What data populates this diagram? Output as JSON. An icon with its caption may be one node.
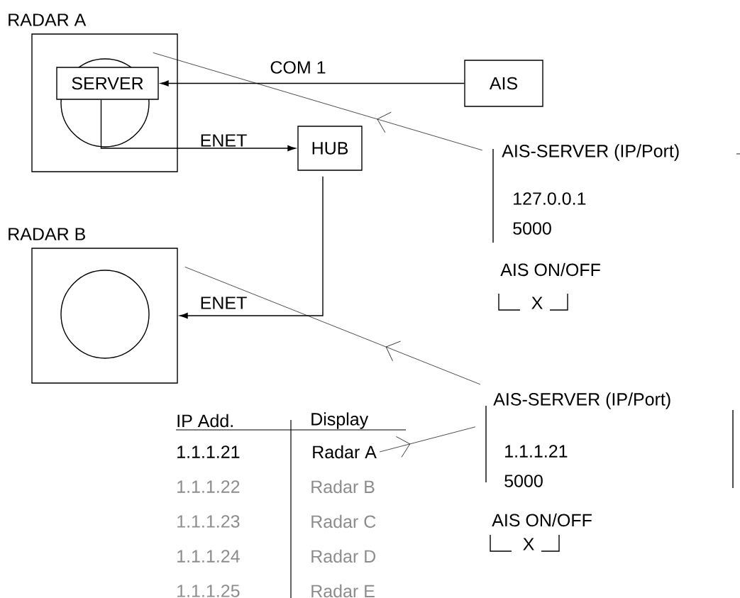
{
  "diagram": {
    "nodes": [
      {
        "text": [
          "RADAR A"
        ]
      },
      {
        "text": [
          "SERVER"
        ],
        "in": 0
      },
      {
        "text": [
          "AIS"
        ]
      },
      {
        "text": [
          "HUB"
        ]
      },
      {
        "text": [
          "RADAR B"
        ]
      },
      {
        "text": [
          "AIS-SERVER (IP/Port)",
          "127.0.0.1",
          "5000"
        ]
      },
      {
        "text": [
          "AIS-SERVER (IP/Port)",
          "1.1.1.21",
          "5000"
        ]
      },
      {
        "text": [
          "Radar A"
        ]
      }
    ],
    "edges": [
      {
        "from": 2,
        "to": 1,
        "arrow": "to",
        "label": "COM 1"
      },
      {
        "from": 1,
        "to": 3,
        "arrow": "to",
        "label": "ENET"
      },
      {
        "from": 3,
        "to": 4,
        "arrow": "to",
        "label": "ENET"
      },
      {
        "from": 5,
        "to": 0,
        "arrow": "to"
      },
      {
        "from": 6,
        "to": 4,
        "arrow": "to"
      },
      {
        "from": 7,
        "to": 6,
        "arrow": "to"
      }
    ],
    "labels": [
      "AIS ON/OFF",
      "X",
      "IP Add.",
      "Display",
      "1.1.1.21",
      "1.1.1.22",
      "Radar B",
      "1.1.1.23",
      "Radar C",
      "1.1.1.24",
      "Radar D",
      "1.1.1.25",
      "Radar E",
      "AIS ON/OFF",
      "X"
    ]
  }
}
